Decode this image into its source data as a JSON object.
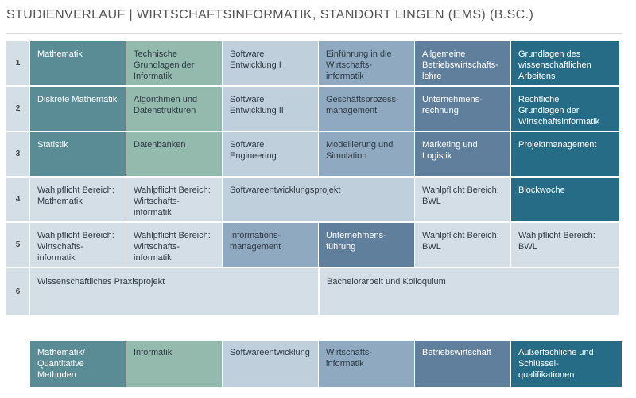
{
  "title": "STUDIENVERLAUF | WIRTSCHAFTSINFORMATIK, STANDORT LINGEN (EMS) (B.SC.)",
  "colors": {
    "mathematik": "#5a8c96",
    "informatik": "#94baae",
    "softwareentwicklung": "#c0cfdc",
    "wirtschaftsinformatik": "#8fa9c0",
    "betriebswirtschaft": "#607f9c",
    "ausserfachliche": "#266c86",
    "wahlpflicht": "#d3dee7"
  },
  "semesters": [
    "1",
    "2",
    "3",
    "4",
    "5",
    "6"
  ],
  "modules": {
    "s1": {
      "c1": [
        "Mathematik"
      ],
      "c2": [
        "Technische",
        "Grundlagen der",
        "Informatik"
      ],
      "c3": [
        "Software",
        "Entwicklung I"
      ],
      "c4": [
        "Einführung in die",
        "Wirtschafts-",
        "informatik"
      ],
      "c5": [
        "Allgemeine",
        "Betriebswirtschafts-",
        "lehre"
      ],
      "c6": [
        "Grundlagen des",
        "wissenschaftlichen",
        "Arbeitens"
      ]
    },
    "s2": {
      "c1": [
        "Diskrete Mathematik"
      ],
      "c2": [
        "Algorithmen und",
        "Datenstrukturen"
      ],
      "c3": [
        "Software",
        "Entwicklung II"
      ],
      "c4": [
        "Geschäftsprozess-",
        "management"
      ],
      "c5": [
        "Unternehmens-",
        "rechnung"
      ],
      "c6": [
        "Rechtliche",
        "Grundlagen der",
        "Wirtschaftsinformatik"
      ]
    },
    "s3": {
      "c1": [
        "Statistik"
      ],
      "c2": [
        "Datenbanken"
      ],
      "c3": [
        "Software",
        "Engineering"
      ],
      "c4": [
        "Modellierung und",
        "Simulation"
      ],
      "c5": [
        "Marketing und",
        "Logistik"
      ],
      "c6": [
        "Projektmanagement"
      ]
    },
    "s4": {
      "c1": [
        "Wahlpflicht Bereich:",
        "Mathematik"
      ],
      "c2": [
        "Wahlpflicht Bereich:",
        "Wirtschafts-",
        "informatik"
      ],
      "c34": [
        "Softwareentwicklungsprojekt"
      ],
      "c5": [
        "Wahlpflicht Bereich:",
        "BWL"
      ],
      "c6": [
        "Blockwoche"
      ]
    },
    "s5": {
      "c1": [
        "Wahlpflicht Bereich:",
        "Wirtschafts-",
        "informatik"
      ],
      "c2": [
        "Wahlpflicht Bereich:",
        "Wirtschafts-",
        "informatik"
      ],
      "c3": [
        "Informations-",
        "management"
      ],
      "c4": [
        "Unternehmens-",
        "führung"
      ],
      "c5": [
        "Wahlpflicht Bereich:",
        "BWL"
      ],
      "c6": [
        "Wahlpflicht Bereich:",
        "BWL"
      ]
    },
    "s6": {
      "praxis": [
        "Wissenschaftliches Praxisprojekt"
      ],
      "bachelor": [
        "Bachelorarbeit und Kolloquium"
      ]
    }
  },
  "legend": {
    "mathematik": [
      "Mathematik/",
      "Quantitative",
      "Methoden"
    ],
    "informatik": [
      "Informatik"
    ],
    "softwareentwicklung": [
      "Softwareentwicklung"
    ],
    "wirtschaftsinformatik": [
      "Wirtschafts-",
      "informatik"
    ],
    "betriebswirtschaft": [
      "Betriebswirtschaft"
    ],
    "ausserfachliche": [
      "Außerfachliche und",
      "Schlüssel-",
      "qualifikationen"
    ]
  }
}
